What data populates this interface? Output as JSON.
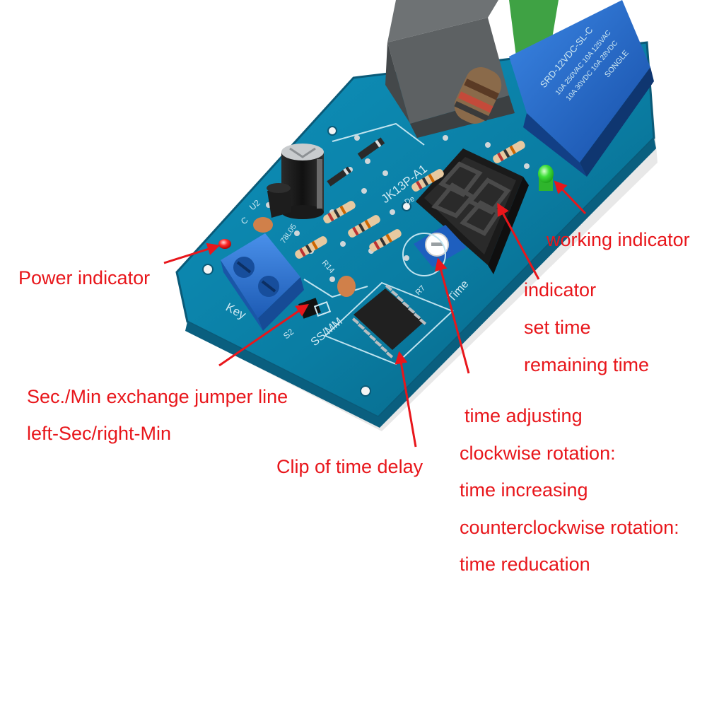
{
  "board": {
    "model_marking": "JK13P-A1",
    "terminal_marking": "Key",
    "jumper_marking": "SS/MM",
    "pot_marking": "Time",
    "ref_u2": "U2",
    "ref_c": "C",
    "ref_7805": "78L05",
    "ref_r14": "R14",
    "ref_r7": "R7",
    "ref_s2": "S2",
    "ref_de": "De",
    "relay_marking_1": "SRD-12VDC-SL-C",
    "relay_marking_2": "10A 250VAC 10A 125VAC",
    "relay_marking_3": "10A 30VDC 10A 28VDC",
    "relay_brand": "SONGLE"
  },
  "labels": {
    "working_indicator": "working indicator",
    "power_indicator": "Power indicator",
    "indicator": "indicator",
    "set_time": "set time",
    "remaining_time": "remaining time",
    "jumper_line_1": "Sec./Min exchange jumper line",
    "jumper_line_2": "left-Sec/right-Min",
    "time_adjusting": "time adjusting",
    "clockwise": "clockwise rotation:",
    "time_increasing": "time increasing",
    "counterclockwise": "counterclockwise rotation:",
    "time_reducation": "time reducation",
    "clip_delay": "Clip of time delay"
  },
  "colors": {
    "label_red": "#e8161b",
    "pcb_blue": "#0b7fa6",
    "relay_blue": "#1f66c9",
    "terminal_blue": "#2a74d6",
    "led_green": "#3fe03a",
    "led_red": "#ff2a2a"
  }
}
